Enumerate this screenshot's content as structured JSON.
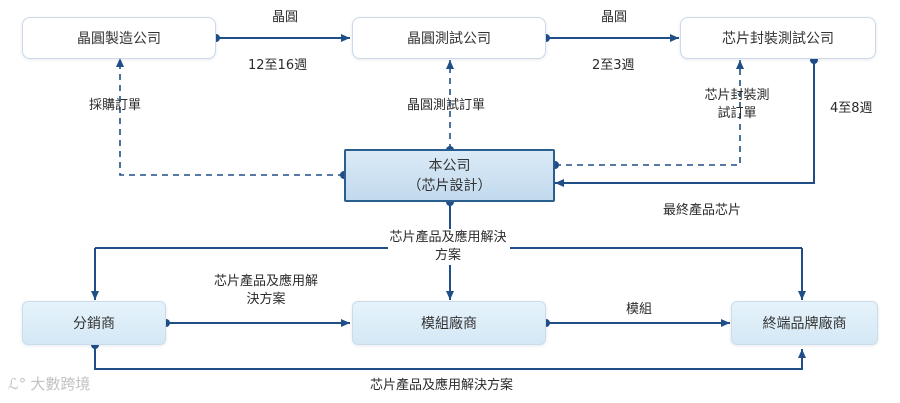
{
  "nodes": {
    "wafer_fab": "晶圓製造公司",
    "wafer_test": "晶圓測試公司",
    "packaging_test": "芯片封裝測試公司",
    "company_line1": "本公司",
    "company_line2": "（芯片設計）",
    "distributor": "分銷商",
    "module_maker": "模組廠商",
    "brand_maker": "終端品牌廠商"
  },
  "labels": {
    "wafer_1": "晶圓",
    "weeks_12_16": "12至16週",
    "wafer_2": "晶圓",
    "weeks_2_3": "2至3週",
    "purchase_order": "採購訂單",
    "wafer_test_order": "晶圓測試訂單",
    "packaging_order": "芯片封裝測試訂單",
    "weeks_4_8": "4至8週",
    "final_chip": "最終產品芯片",
    "chip_solution_center": "芯片產品及應用解決方案",
    "chip_solution_left": "芯片產品及應用解決方案",
    "module": "模組",
    "chip_solution_bottom": "芯片產品及應用解決方案"
  },
  "watermark": "大數跨境",
  "colors": {
    "line": "#1f4f86",
    "dashed": "#1f4f86"
  }
}
